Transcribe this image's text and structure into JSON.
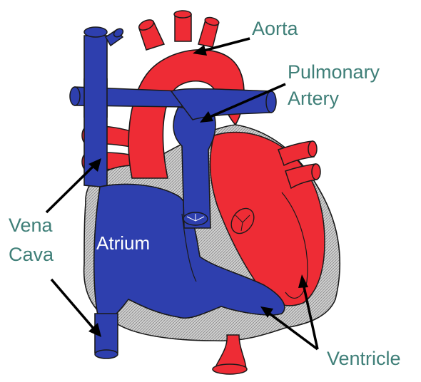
{
  "labels": {
    "aorta": "Aorta",
    "pulmonary_artery_line1": "Pulmonary",
    "pulmonary_artery_line2": "Artery",
    "vena_cava_line1": "Vena",
    "vena_cava_line2": "Cava",
    "atrium": "Atrium",
    "ventricle": "Ventricle"
  },
  "colors": {
    "oxygenated_blood": "#ee2c35",
    "deoxygenated_blood": "#2e3fae",
    "heart_wall": "#b9b9b9",
    "outline": "#1a1a1a",
    "label_text": "#3f7f78"
  }
}
